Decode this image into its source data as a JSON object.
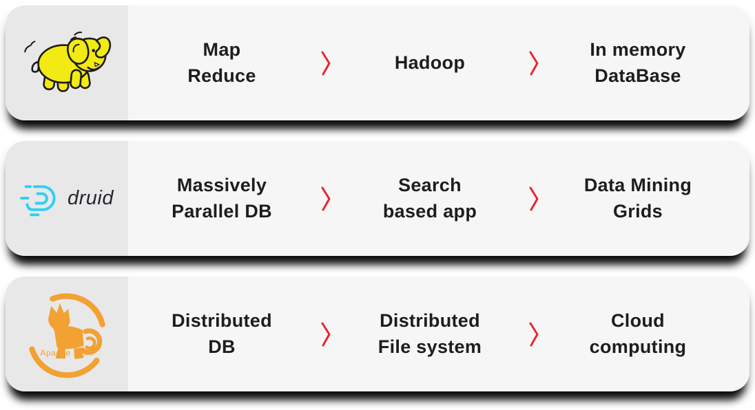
{
  "separator_icon": "chevron-right-icon",
  "colors": {
    "page_bg": "#ffffff",
    "card_bg": "#f7f6f6",
    "logo_panel_bg": "#e9e8e8",
    "step_text": "#1d1d1d",
    "chevron_red": "#e8252e",
    "druid_cyan": "#2bd1f3",
    "druid_text": "#26262e",
    "kylin_orange": "#f2a133",
    "hadoop_yellow": "#f2ea12",
    "shadow": "#000000"
  },
  "rows": [
    {
      "logo": {
        "icon": "hadoop-elephant-icon"
      },
      "steps": [
        "Map\nReduce",
        "Hadoop",
        "In memory\nDataBase"
      ]
    },
    {
      "logo": {
        "icon": "druid-icon",
        "wordmark": "druid"
      },
      "steps": [
        "Massively\nParallel DB",
        "Search\nbased app",
        "Data Mining\nGrids"
      ]
    },
    {
      "logo": {
        "icon": "apache-kylin-icon",
        "wordmark": "Apache Kylin"
      },
      "steps": [
        "Distributed\nDB",
        "Distributed\nFile system",
        "Cloud\ncomputing"
      ]
    }
  ]
}
